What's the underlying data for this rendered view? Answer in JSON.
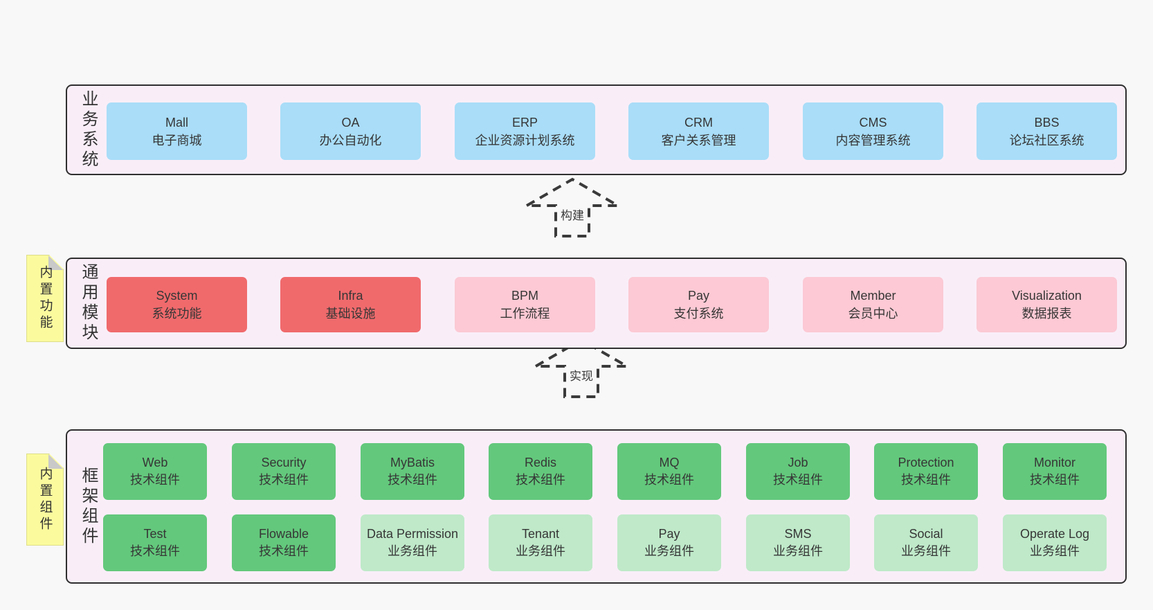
{
  "palette": {
    "page_bg": "#f8f8f8",
    "layer_bg": "#f9eef8",
    "layer_border": "#2f2f2f",
    "blue": "#a9ddf8",
    "red": "#f06a6c",
    "pink": "#fcc9d4",
    "green_dark": "#63c87c",
    "green_light": "#bfe9c9",
    "sticky_yellow": "#fbfb9e",
    "text": "#363636"
  },
  "layers": {
    "business": {
      "label": "业务系统",
      "boxes": [
        {
          "name": "Mall",
          "desc": "电子商城"
        },
        {
          "name": "OA",
          "desc": "办公自动化"
        },
        {
          "name": "ERP",
          "desc": "企业资源计划系统"
        },
        {
          "name": "CRM",
          "desc": "客户关系管理"
        },
        {
          "name": "CMS",
          "desc": "内容管理系统"
        },
        {
          "name": "BBS",
          "desc": "论坛社区系统"
        }
      ]
    },
    "modules": {
      "label": "通用模块",
      "sticky": "内置功能",
      "boxes": [
        {
          "name": "System",
          "desc": "系统功能"
        },
        {
          "name": "Infra",
          "desc": "基础设施"
        },
        {
          "name": "BPM",
          "desc": "工作流程"
        },
        {
          "name": "Pay",
          "desc": "支付系统"
        },
        {
          "name": "Member",
          "desc": "会员中心"
        },
        {
          "name": "Visualization",
          "desc": "数据报表"
        }
      ]
    },
    "framework": {
      "label": "框架组件",
      "sticky": "内置组件",
      "row1": [
        {
          "name": "Web",
          "desc": "技术组件"
        },
        {
          "name": "Security",
          "desc": "技术组件"
        },
        {
          "name": "MyBatis",
          "desc": "技术组件"
        },
        {
          "name": "Redis",
          "desc": "技术组件"
        },
        {
          "name": "MQ",
          "desc": "技术组件"
        },
        {
          "name": "Job",
          "desc": "技术组件"
        },
        {
          "name": "Protection",
          "desc": "技术组件"
        },
        {
          "name": "Monitor",
          "desc": "技术组件"
        }
      ],
      "row2": [
        {
          "name": "Test",
          "desc": "技术组件"
        },
        {
          "name": "Flowable",
          "desc": "技术组件"
        },
        {
          "name": "Data Permission",
          "desc": "业务组件"
        },
        {
          "name": "Tenant",
          "desc": "业务组件"
        },
        {
          "name": "Pay",
          "desc": "业务组件"
        },
        {
          "name": "SMS",
          "desc": "业务组件"
        },
        {
          "name": "Social",
          "desc": "业务组件"
        },
        {
          "name": "Operate Log",
          "desc": "业务组件"
        }
      ]
    }
  },
  "arrows": [
    {
      "label": "构建"
    },
    {
      "label": "实现"
    }
  ]
}
